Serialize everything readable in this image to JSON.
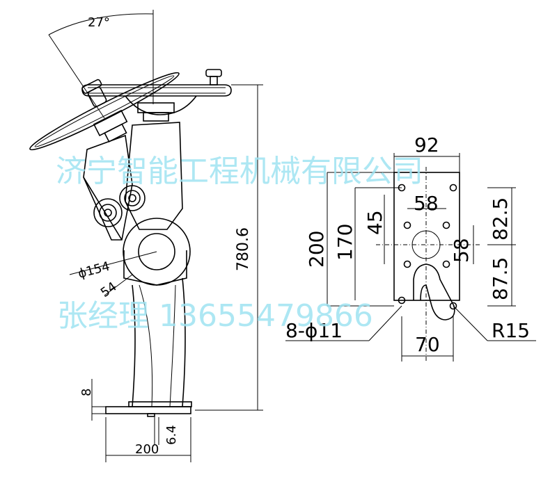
{
  "watermark": {
    "company": "济宁智能工程机械有限公司",
    "manager": "张经理 13655479866"
  },
  "dimensions": {
    "tilt_angle": "27°",
    "total_height": "780.6",
    "pivot_diameter": "ϕ154",
    "pivot_offset": "54",
    "base_thickness": "8",
    "base_lip": "6.4",
    "base_width": "200",
    "plate_width": "92",
    "hole_spacing_h": "58",
    "hole_spacing_v1": "45",
    "hole_spacing_v2": "58",
    "plate_height": "200",
    "inner_height": "170",
    "upper_height": "82.5",
    "lower_height": "87.5",
    "hole_callout": "8-ϕ11",
    "slot_width": "70",
    "slot_radius": "R15"
  }
}
